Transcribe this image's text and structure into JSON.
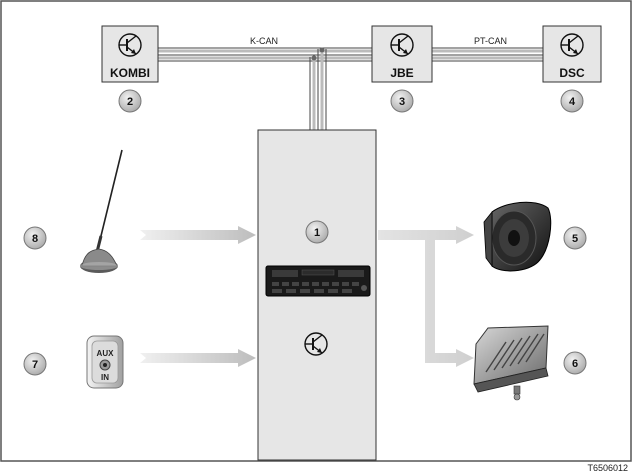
{
  "buses": {
    "k_can": "K-CAN",
    "pt_can": "PT-CAN"
  },
  "modules": {
    "kombi": {
      "label": "KOMBI",
      "number": "2"
    },
    "jbe": {
      "label": "JBE",
      "number": "3"
    },
    "dsc": {
      "label": "DSC",
      "number": "4"
    },
    "radio": {
      "number": "1"
    }
  },
  "peripherals": {
    "speaker": {
      "number": "5"
    },
    "amplifier": {
      "number": "6"
    },
    "aux_in": {
      "number": "7",
      "text_top": "AUX",
      "text_bottom": "IN"
    },
    "antenna": {
      "number": "8"
    }
  },
  "figure_id": "T6506012",
  "colors": {
    "module_fill": "#e6e6e6",
    "bus_line": "#999999",
    "arrow": "#c8c8c8",
    "badge": "#d4d4d4",
    "border": "#333333"
  }
}
